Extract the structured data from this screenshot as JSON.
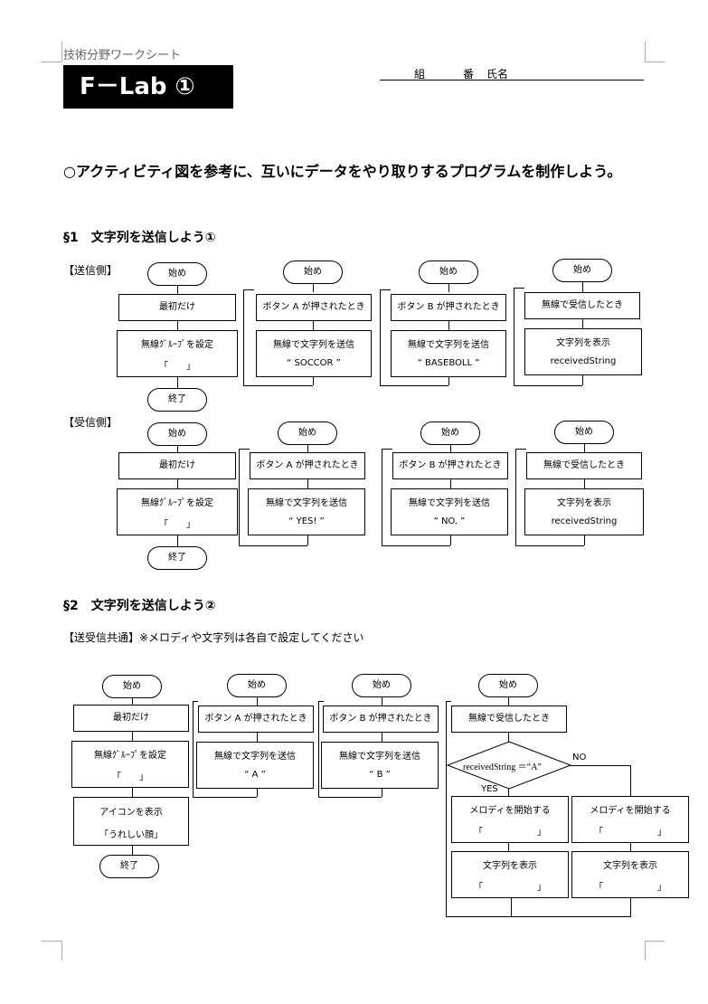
{
  "header": {
    "worksheet_label": "技術分野ワークシート",
    "logo_text": "F－Lab ①",
    "class_label": "組",
    "number_label": "番",
    "name_label": "氏名"
  },
  "title": "○アクティビティ図を参考に、互いにデータをやり取りするプログラムを制作しよう。",
  "section1": {
    "heading": "§1　文字列を送信しよう①",
    "sender_label": "【送信側】",
    "receiver_label": "【受信側】",
    "sender": {
      "start": "始め",
      "first": "最初だけ",
      "group_set": "無線ｸﾞﾙｰﾌﾟを設定",
      "group_val": "「　　」",
      "end": "終了",
      "btnA": "ボタン A が押されたとき",
      "sendA": "無線で文字列を送信",
      "valA": "“ SOCCOR ”",
      "btnB": "ボタン B が押されたとき",
      "sendB": "無線で文字列を送信",
      "valB": "“ BASEBOLL ”",
      "recv": "無線で受信したとき",
      "show": "文字列を表示",
      "showval": "receivedString"
    },
    "receiver": {
      "start": "始め",
      "first": "最初だけ",
      "group_set": "無線ｸﾞﾙｰﾌﾟを設定",
      "group_val": "「　　」",
      "end": "終了",
      "btnA": "ボタン A が押されたとき",
      "sendA": "無線で文字列を送信",
      "valA": "“ YES! ”",
      "btnB": "ボタン B が押されたとき",
      "sendB": "無線で文字列を送信",
      "valB": "“ NO. ”",
      "recv": "無線で受信したとき",
      "show": "文字列を表示",
      "showval": "receivedString"
    }
  },
  "section2": {
    "heading": "§2　文字列を送信しよう②",
    "common_label": "【送受信共通】※メロディや文字列は各自で設定してください",
    "start": "始め",
    "first": "最初だけ",
    "group_set": "無線ｸﾞﾙｰﾌﾟを設定",
    "group_val": "「　　」",
    "icon_show": "アイコンを表示",
    "icon_val": "「うれしい顔」",
    "end": "終了",
    "btnA": "ボタン A が押されたとき",
    "sendA": "無線で文字列を送信",
    "valA": "“ A ”",
    "btnB": "ボタン B が押されたとき",
    "sendB": "無線で文字列を送信",
    "valB": "“ B ”",
    "recv": "無線で受信したとき",
    "condition": "receivedString ＝“A”",
    "no_label": "NO",
    "yes_label": "YES",
    "melody_yes": "メロディを開始する",
    "melody_yes_val": "「　　　　　　」",
    "melody_no": "メロディを開始する",
    "melody_no_val": "「　　　　　　」",
    "show_yes": "文字列を表示",
    "show_yes_val": "「　　　　　　」",
    "show_no": "文字列を表示",
    "show_no_val": "「　　　　　　」"
  }
}
